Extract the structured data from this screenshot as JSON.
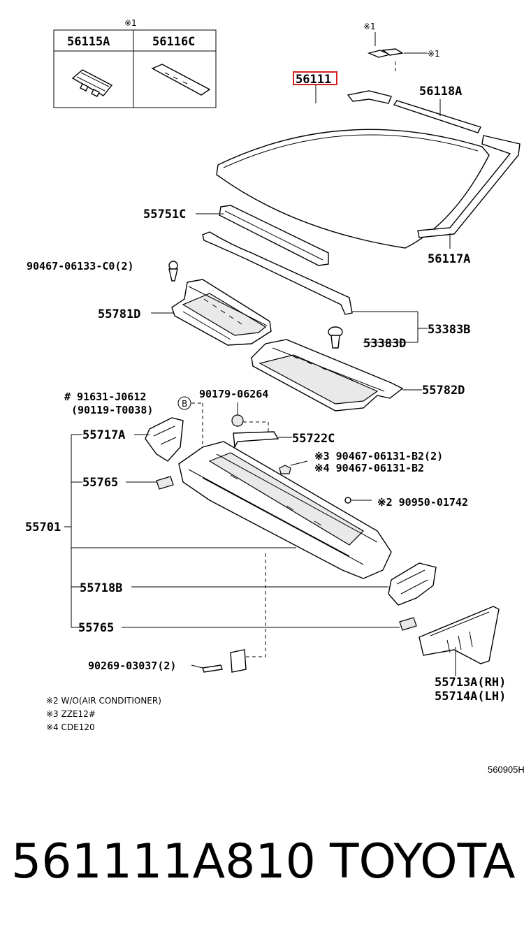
{
  "colors": {
    "highlight": "#d62020",
    "ink": "#000000",
    "background": "#ffffff"
  },
  "inset": {
    "mark": "※1",
    "left_part": "56115A",
    "right_part": "56116C"
  },
  "marks": {
    "top_clip_mark": "※1",
    "top_clip_side_mark": "※1"
  },
  "labels": {
    "p56111": "56111",
    "p56118A": "56118A",
    "p56117A": "56117A",
    "p55751C": "55751C",
    "p90467_06133": "90467-06133-C0(2)",
    "p55781D": "55781D",
    "p53383B": "53383B",
    "p53383D": "53383D",
    "p55782D": "55782D",
    "p91631": "# 91631-J0612",
    "p90119": "(90119-T0038)",
    "p90179": "90179-06264",
    "circle_b": "B",
    "p55717A": "55717A",
    "p55722C": "55722C",
    "p90467_b2_2": "※3 90467-06131-B2(2)",
    "p90467_b2": "※4 90467-06131-B2",
    "p55765_top": "55765",
    "p90950": "※2 90950-01742",
    "p55701": "55701",
    "p55718B": "55718B",
    "p55765_bottom": "55765",
    "p90269": "90269-03037(2)",
    "p55713A": "55713A(RH)",
    "p55714A": "55714A(LH)"
  },
  "notes": [
    "※2 W/O(AIR CONDITIONER)",
    "※3 ZZE12#",
    "※4 CDE120"
  ],
  "diagram_ref": "560905H",
  "footer": {
    "part_number": "561111A810",
    "brand": "TOYOTA"
  }
}
